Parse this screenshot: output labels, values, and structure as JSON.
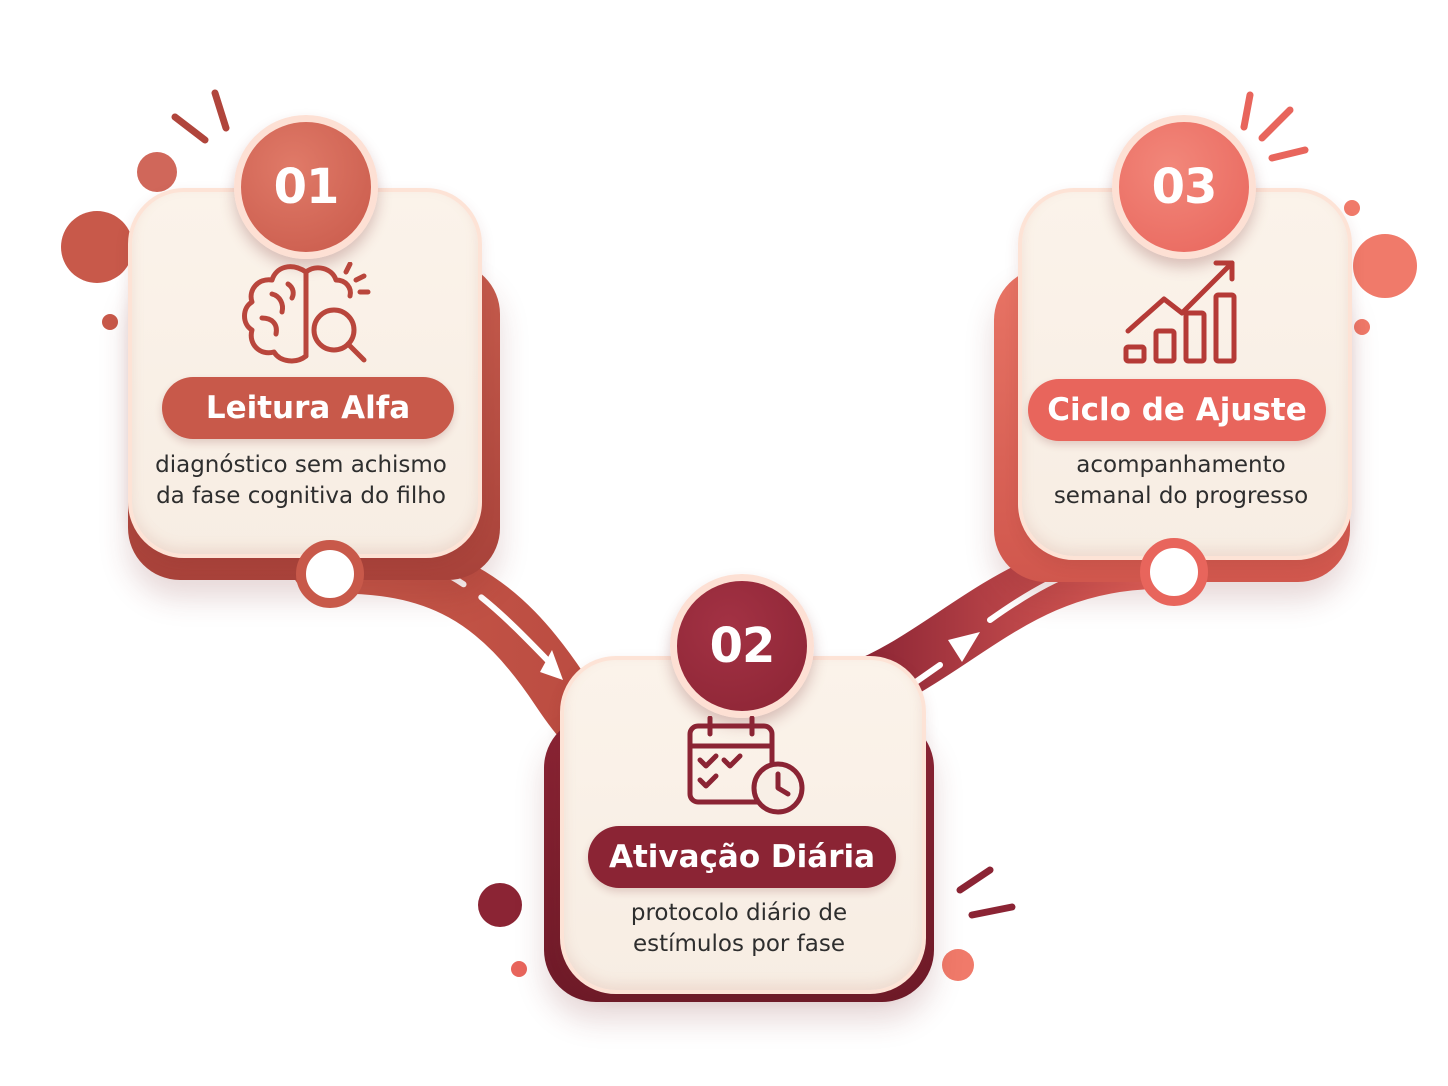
{
  "steps": [
    {
      "number": "01",
      "title": "Leitura Alfa",
      "description_line1": "diagnóstico sem achismo",
      "description_line2": "da fase cognitiva do filho",
      "icon": "brain-search-icon",
      "color": "#c8594a"
    },
    {
      "number": "02",
      "title": "Ativação Diária",
      "description_line1": "protocolo diário de",
      "description_line2": "estímulos por fase",
      "icon": "calendar-clock-icon",
      "color": "#8b2434"
    },
    {
      "number": "03",
      "title": "Ciclo de Ajuste",
      "description_line1": "acompanhamento",
      "description_line2": "semanal do progresso",
      "icon": "growth-chart-icon",
      "color": "#e8655c"
    }
  ]
}
